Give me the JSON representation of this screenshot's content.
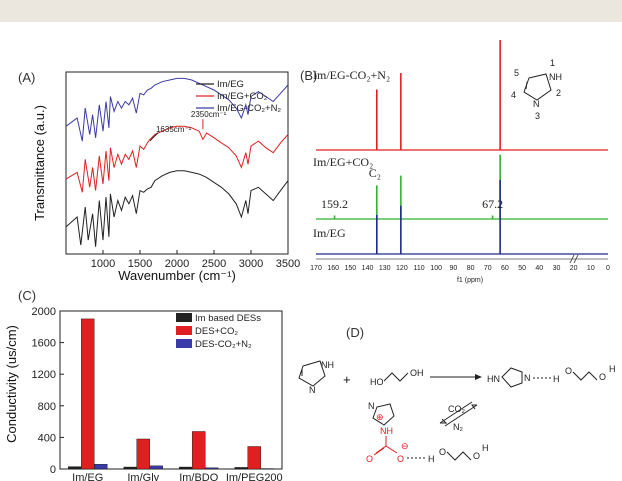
{
  "colors": {
    "black": "#222222",
    "red": "#e02020",
    "blue": "#3a3aa8",
    "green": "#2fb52f",
    "navy": "#1f2a8a"
  },
  "panels": {
    "a": {
      "label": "(A)"
    },
    "b": {
      "label": "(B)"
    },
    "c": {
      "label": "(C)"
    },
    "d": {
      "label": "(D)"
    }
  },
  "chart_data": [
    {
      "panel": "A",
      "type": "line",
      "xlabel": "Wavenumber (cm⁻¹)",
      "ylabel": "Transmittance (a.u.)",
      "xlim": [
        500,
        3500
      ],
      "xticks": [
        "1000",
        "1500",
        "2000",
        "2500",
        "3000",
        "3500"
      ],
      "annotations": [
        {
          "text": "2350cm⁻¹",
          "x": 2350,
          "series": "Im/EG+CO₂"
        },
        {
          "text": "1635cm⁻¹",
          "x": 1635,
          "series": "Im/EG+CO₂"
        }
      ],
      "series": [
        {
          "name": "Im/EG",
          "x": [
            500,
            650,
            700,
            760,
            800,
            860,
            900,
            950,
            1000,
            1040,
            1080,
            1100,
            1150,
            1200,
            1250,
            1300,
            1350,
            1400,
            1450,
            1500,
            1550,
            1600,
            1650,
            1700,
            1800,
            1900,
            2000,
            2100,
            2200,
            2300,
            2400,
            2500,
            2600,
            2700,
            2800,
            2870,
            2930,
            2960,
            3000,
            3100,
            3200,
            3300,
            3400,
            3500
          ],
          "y": [
            0.14,
            0.2,
            0.03,
            0.26,
            0.06,
            0.22,
            0.02,
            0.3,
            0.06,
            0.32,
            0.08,
            0.34,
            0.2,
            0.3,
            0.24,
            0.32,
            0.28,
            0.33,
            0.22,
            0.36,
            0.35,
            0.37,
            0.38,
            0.42,
            0.45,
            0.47,
            0.48,
            0.48,
            0.47,
            0.46,
            0.44,
            0.41,
            0.38,
            0.34,
            0.28,
            0.2,
            0.3,
            0.22,
            0.36,
            0.38,
            0.34,
            0.3,
            0.36,
            0.42
          ]
        },
        {
          "name": "Im/EG+CO₂",
          "x": [
            500,
            650,
            720,
            760,
            820,
            860,
            900,
            950,
            1000,
            1040,
            1080,
            1100,
            1150,
            1200,
            1250,
            1300,
            1350,
            1400,
            1450,
            1500,
            1550,
            1600,
            1635,
            1700,
            1800,
            1900,
            2000,
            2100,
            2200,
            2300,
            2350,
            2400,
            2500,
            2600,
            2700,
            2800,
            2870,
            2930,
            2960,
            3000,
            3100,
            3200,
            3300,
            3400,
            3500
          ],
          "y": [
            0.43,
            0.47,
            0.35,
            0.55,
            0.38,
            0.5,
            0.36,
            0.57,
            0.4,
            0.6,
            0.42,
            0.62,
            0.5,
            0.58,
            0.52,
            0.58,
            0.55,
            0.6,
            0.5,
            0.63,
            0.61,
            0.65,
            0.67,
            0.7,
            0.72,
            0.74,
            0.75,
            0.75,
            0.74,
            0.72,
            0.67,
            0.71,
            0.68,
            0.65,
            0.62,
            0.57,
            0.5,
            0.59,
            0.52,
            0.63,
            0.66,
            0.62,
            0.59,
            0.65,
            0.7
          ]
        },
        {
          "name": "Im/EG-CO₂+N₂",
          "x": [
            500,
            650,
            720,
            760,
            820,
            860,
            900,
            950,
            1000,
            1040,
            1080,
            1100,
            1150,
            1200,
            1250,
            1300,
            1350,
            1400,
            1450,
            1500,
            1550,
            1600,
            1650,
            1700,
            1800,
            1900,
            2000,
            2100,
            2200,
            2300,
            2400,
            2500,
            2600,
            2700,
            2800,
            2870,
            2930,
            2960,
            3000,
            3100,
            3200,
            3300,
            3400,
            3500
          ],
          "y": [
            0.75,
            0.8,
            0.66,
            0.86,
            0.7,
            0.82,
            0.68,
            0.88,
            0.72,
            0.9,
            0.74,
            0.93,
            0.84,
            0.9,
            0.86,
            0.9,
            0.88,
            0.92,
            0.83,
            0.95,
            0.94,
            0.97,
            0.98,
            1.0,
            1.02,
            1.03,
            1.04,
            1.04,
            1.03,
            1.01,
            0.99,
            0.97,
            0.94,
            0.91,
            0.86,
            0.8,
            0.88,
            0.82,
            0.93,
            0.96,
            0.93,
            0.9,
            0.95,
            1.0
          ]
        }
      ]
    },
    {
      "panel": "B",
      "type": "line",
      "xlabel": "f1 (ppm)",
      "xlim": [
        170,
        0
      ],
      "xticks": [
        "170",
        "160",
        "150",
        "140",
        "130",
        "120",
        "110",
        "100",
        "90",
        "80",
        "70",
        "60",
        "50",
        "40",
        "30",
        "20",
        "10",
        "0"
      ],
      "series": [
        {
          "name": "Im/EG-CO₂+N₂",
          "peaks": [
            {
              "x": 134.6,
              "h": 0.55
            },
            {
              "x": 120.6,
              "h": 0.7
            },
            {
              "x": 62.8,
              "h": 1.0
            }
          ]
        },
        {
          "name": "Im/EG+CO₂",
          "peaks": [
            {
              "x": 159.2,
              "h": 0.05
            },
            {
              "x": 134.6,
              "h": 0.48
            },
            {
              "x": 120.6,
              "h": 0.62
            },
            {
              "x": 67.2,
              "h": 0.05
            },
            {
              "x": 62.8,
              "h": 0.92
            }
          ]
        },
        {
          "name": "Im/EG",
          "peaks": [
            {
              "x": 134.6,
              "h": 0.5
            },
            {
              "x": 120.6,
              "h": 0.62
            },
            {
              "x": 62.8,
              "h": 0.95
            }
          ]
        }
      ],
      "annotations": [
        {
          "text": "159.2",
          "x": 159.2
        },
        {
          "text": "67.2",
          "x": 67.2
        },
        {
          "text": "C₂",
          "x": 134.6
        }
      ],
      "structure_numbers": [
        "5",
        "1",
        "NH",
        "2",
        "4",
        "N",
        "3"
      ]
    },
    {
      "panel": "C",
      "type": "bar",
      "ylabel": "Conductivity (us/cm)",
      "ylim": [
        0,
        2000
      ],
      "yticks": [
        "0",
        "400",
        "800",
        "1200",
        "1600",
        "2000"
      ],
      "categories": [
        "Im/EG",
        "Im/Gly",
        "Im/BDO",
        "Im/PEG200"
      ],
      "series": [
        {
          "name": "Im based DESs",
          "values": [
            30,
            25,
            25,
            20
          ]
        },
        {
          "name": "DES+CO₂",
          "values": [
            1900,
            380,
            475,
            285
          ]
        },
        {
          "name": "DES-CO₂+N₂",
          "values": [
            60,
            40,
            15,
            5
          ]
        }
      ]
    }
  ],
  "scheme": {
    "ho": "HO",
    "oh": "OH",
    "plus": "+",
    "nh": "NH",
    "n": "N",
    "hn": "HN",
    "o": "O",
    "h": "H",
    "co2": "CO₂",
    "n2": "N₂",
    "plus_sign": "⊕",
    "minus_sign": "⊖"
  }
}
